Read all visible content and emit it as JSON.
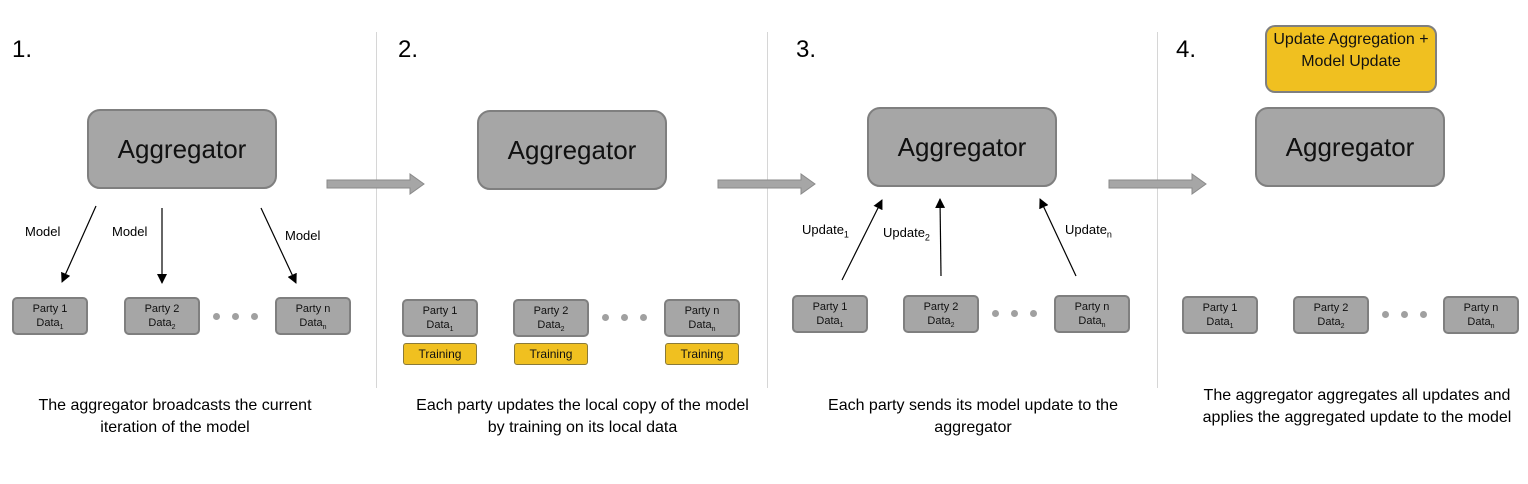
{
  "steps": [
    {
      "number": "1.",
      "aggregator": "Aggregator",
      "arrow_labels": [
        "Model",
        "Model",
        "Model"
      ],
      "parties": [
        {
          "name": "Party 1",
          "data": "Data",
          "sub": "1"
        },
        {
          "name": "Party 2",
          "data": "Data",
          "sub": "2"
        },
        {
          "name": "Party n",
          "data": "Data",
          "sub": "n"
        }
      ],
      "caption": "The aggregator broadcasts the current iteration of the model"
    },
    {
      "number": "2.",
      "aggregator": "Aggregator",
      "parties": [
        {
          "name": "Party 1",
          "data": "Data",
          "sub": "1"
        },
        {
          "name": "Party 2",
          "data": "Data",
          "sub": "2"
        },
        {
          "name": "Party n",
          "data": "Data",
          "sub": "n"
        }
      ],
      "training_label": "Training",
      "caption": "Each party updates the local copy of the model by training on its local data"
    },
    {
      "number": "3.",
      "aggregator": "Aggregator",
      "update_labels": [
        {
          "text": "Update",
          "sub": "1"
        },
        {
          "text": "Update",
          "sub": "2"
        },
        {
          "text": "Update",
          "sub": "n"
        }
      ],
      "parties": [
        {
          "name": "Party 1",
          "data": "Data",
          "sub": "1"
        },
        {
          "name": "Party 2",
          "data": "Data",
          "sub": "2"
        },
        {
          "name": "Party n",
          "data": "Data",
          "sub": "n"
        }
      ],
      "caption": "Each party sends its model update to the aggregator"
    },
    {
      "number": "4.",
      "aggregator": "Aggregator",
      "update_box": "Update Aggregation + Model Update",
      "parties": [
        {
          "name": "Party 1",
          "data": "Data",
          "sub": "1"
        },
        {
          "name": "Party 2",
          "data": "Data",
          "sub": "2"
        },
        {
          "name": "Party n",
          "data": "Data",
          "sub": "n"
        }
      ],
      "caption": "The aggregator aggregates all updates and applies the aggregated update to the model"
    }
  ],
  "colors": {
    "box_fill": "#a6a6a6",
    "box_border": "#7f7f7f",
    "highlight": "#f0c020",
    "flow_arrow": "#a6a6a6"
  }
}
